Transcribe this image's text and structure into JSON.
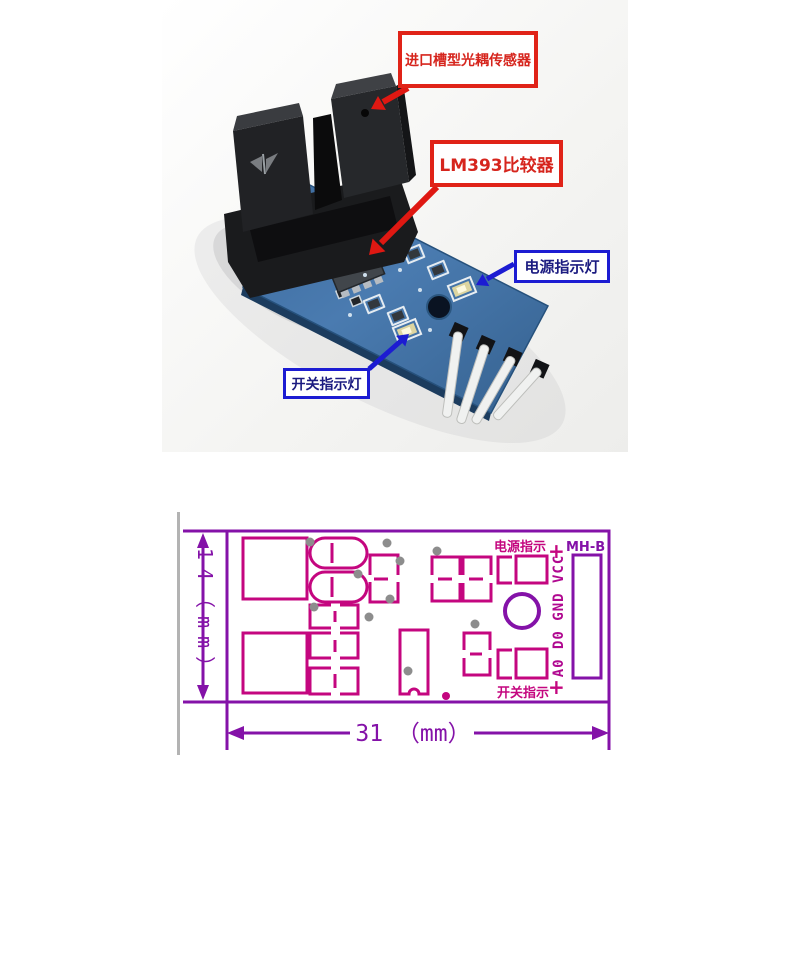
{
  "photo": {
    "annotations": {
      "sensor": "进口槽型光耦传感器",
      "comparator": "LM393比较器",
      "power_led": "电源指示灯",
      "switch_led": "开关指示灯"
    }
  },
  "diagram": {
    "height_dimension": "14（mm）",
    "width_dimension": "31 （mm）",
    "power_indicator_label": "电源指示",
    "power_indicator_plus": "+",
    "switch_indicator_label": "开关指示",
    "switch_indicator_plus": "+",
    "model_label": "MH-B",
    "pin_labels": "A0  D0 GND VCC"
  },
  "colors": {
    "annotation_red": "#e02318",
    "annotation_blue": "#1c1cd2",
    "drawing_magenta": "#c4067f",
    "drawing_purple": "#8412a8",
    "pcb_blue": "#44719f"
  }
}
